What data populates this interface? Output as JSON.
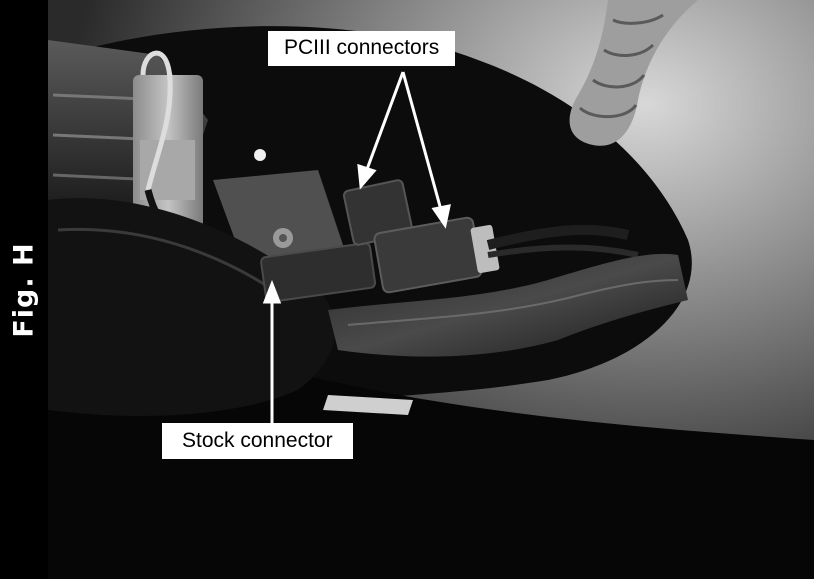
{
  "figure_label": "Fig. H",
  "callouts": {
    "top": "PCIII connectors",
    "bottom": "Stock connector"
  },
  "colors": {
    "sidebar": "#000000",
    "callout_bg": "#ffffff",
    "arrow": "#ffffff"
  }
}
